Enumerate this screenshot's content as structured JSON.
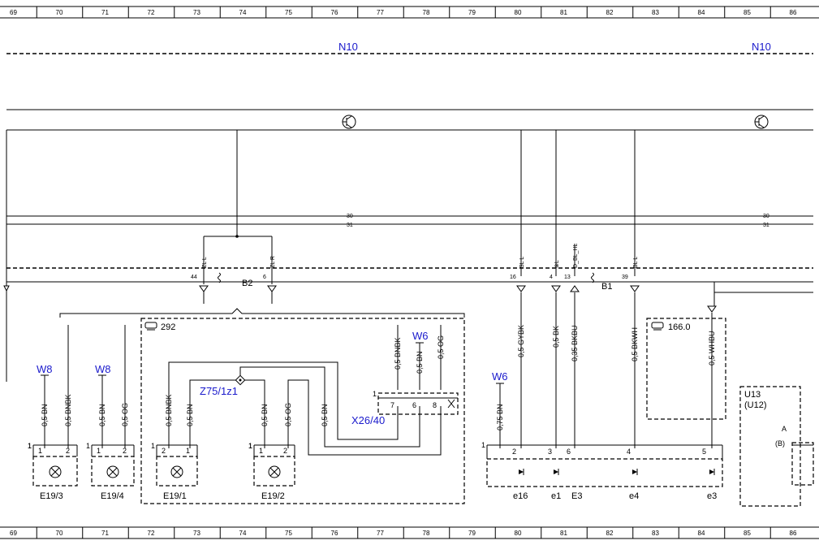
{
  "ruler": {
    "numbers": [
      "69",
      "70",
      "71",
      "72",
      "73",
      "74",
      "75",
      "76",
      "77",
      "78",
      "79",
      "80",
      "81",
      "82",
      "83",
      "84",
      "85",
      "86"
    ]
  },
  "modules": {
    "n10_left": "N10",
    "n10_right": "N10"
  },
  "bus": {
    "line_30_left": "30",
    "line_31_left": "31",
    "line_30_right": "30",
    "line_31_right": "31"
  },
  "connectors": {
    "b2": "B2",
    "b1": "B1",
    "pin_44": "44",
    "pin_6_b2": "6",
    "pin_16": "16",
    "pin_4": "4",
    "pin_13": "13",
    "pin_39": "39",
    "sig_zll": "ZL L",
    "sig_zlr": "ZL R",
    "sig_sll": "SL L",
    "sig_ol": "⊗L",
    "sig_dblhl": "D_BL_HL",
    "sig_bl": "BL L"
  },
  "option_groups": {
    "g292": "292",
    "g166": "166.0"
  },
  "wires": {
    "w_bnbk_e193": "0,5 BNBK",
    "w_bn_e193": "0,5 BN",
    "w_bn_e194": "0,5 BN",
    "w_og_e194": "0,5 OG",
    "w_bnbk_e191": "0,5 BNBK",
    "w_bn_e191": "0,5 BN",
    "w_bn_e192": "0,5 BN",
    "w_og_e192": "0,5 OG",
    "w_bn_x26": "0,5 BN",
    "w_bnbk_top": "0,5 BNBK",
    "w_bn_top": "0,5 BN",
    "w_og_top": "0,5 OG",
    "w_gybk": "0,5 GYBK",
    "w_bk": "0,5 BK",
    "w_bkbu": "0,35 BKBU",
    "w_bkwh": "0,5 BKWH",
    "w_whbu": "0,5 WHBU",
    "w_075bn": "0,75 BN"
  },
  "ground_refs": {
    "w8_a": "W8",
    "w8_b": "W8",
    "w6_a": "W6",
    "w6_b": "W6"
  },
  "splices": {
    "z75": "Z75/1z1",
    "x26": "X26/40",
    "x26_pin1": "1",
    "x26_pin7": "7",
    "x26_pin6": "6",
    "x26_pin8": "8"
  },
  "components": {
    "e19_3": "E19/3",
    "e19_4": "E19/4",
    "e19_1": "E19/1",
    "e19_2": "E19/2",
    "e3": "E3",
    "e16": "e16",
    "e1": "e1",
    "e4": "e4",
    "e3_lamp": "e3",
    "u13": "U13",
    "u12": "(U12)",
    "u13_a": "A",
    "u13_b": "(B)"
  },
  "pins": {
    "e193_1": "1",
    "e193_2": "2",
    "e194_1": "1",
    "e194_2": "2",
    "e191_1": "1",
    "e191_2": "2",
    "e192_1": "1",
    "e192_2": "2",
    "e3_1": "1",
    "e3_2": "2",
    "e3_3": "3",
    "e3_6": "6",
    "e3_4": "4",
    "e3_5": "5"
  }
}
